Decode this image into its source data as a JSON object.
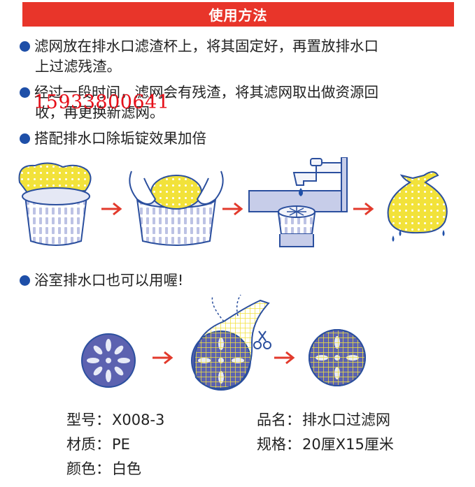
{
  "header": {
    "title": "使用方法"
  },
  "instructions": [
    {
      "line1": "滤网放在排水口滤渣杯上，将其固定好，再置放排水口",
      "line2": "上过滤残渣。"
    },
    {
      "line1": "经过一段时间，滤网会有残渣，将其滤网取出做资源回",
      "line2": "收，再更换新滤网。"
    },
    {
      "line1": "搭配排水口除垢锭效果加倍"
    }
  ],
  "watermark": "15933800641",
  "bathroom_note": "浴室排水口也可以用喔!",
  "specs": {
    "model_label": "型号：",
    "model_value": "X008-3",
    "material_label": "材质：",
    "material_value": "PE",
    "color_label": "颜色：",
    "color_value": "白色",
    "name_label": "品名：",
    "name_value": "排水口过滤网",
    "size_label": "规格：",
    "size_value": "20厘X15厘米"
  },
  "colors": {
    "banner": "#e8352a",
    "bullet": "#1e4fa8",
    "arrow": "#e23a2c",
    "mesh": "#f2e23a",
    "basket": "#d9dcef"
  },
  "icons": [
    "basket-with-mesh-icon",
    "hands-fitting-mesh-icon",
    "sink-drain-icon",
    "full-mesh-bag-icon",
    "bathroom-drain-cover-icon",
    "mesh-over-drain-icon",
    "scissors-icon",
    "covered-drain-icon",
    "arrow-right-icon"
  ]
}
